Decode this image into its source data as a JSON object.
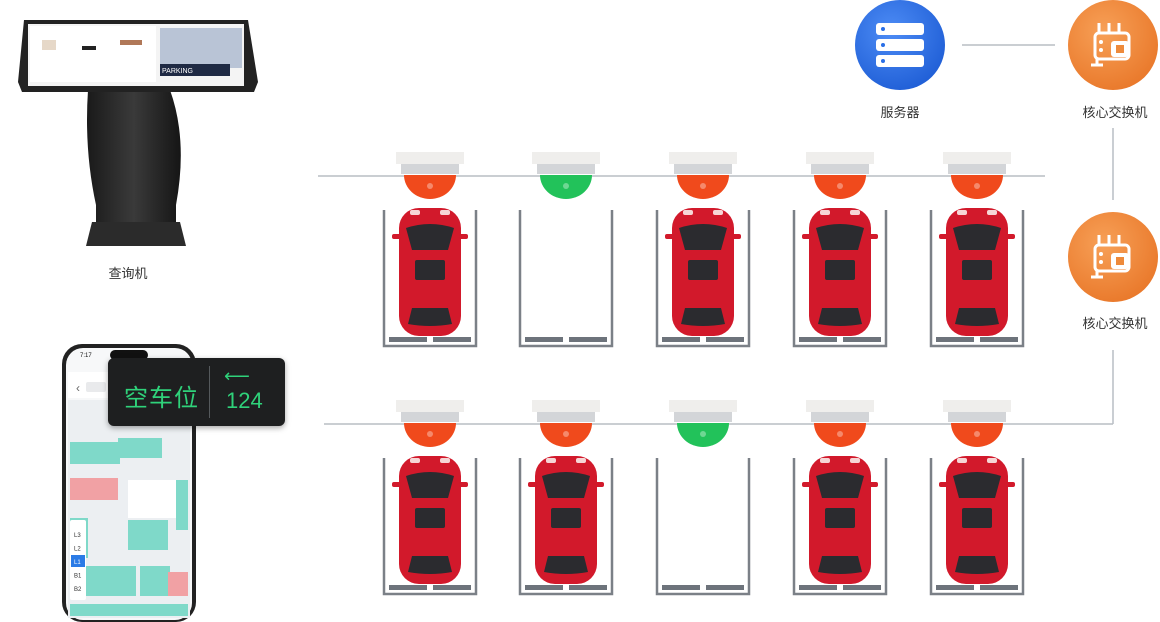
{
  "labels": {
    "server": "服务器",
    "switch_top": "核心交换机",
    "switch_mid": "核心交换机",
    "kiosk": "查询机"
  },
  "sign": {
    "text": "空车位",
    "count": "124",
    "arrow": "⟵"
  },
  "phone": {
    "time": "7:17",
    "floors": [
      "L3",
      "L2",
      "L1",
      "B1",
      "B2"
    ],
    "active_floor": "L1"
  },
  "kiosk_screen": {
    "banner": "PARKING"
  },
  "rows": [
    {
      "spaces": [
        {
          "light": "red",
          "occupied": true
        },
        {
          "light": "green",
          "occupied": false
        },
        {
          "light": "red",
          "occupied": true
        },
        {
          "light": "red",
          "occupied": true
        },
        {
          "light": "red",
          "occupied": true
        }
      ]
    },
    {
      "spaces": [
        {
          "light": "red",
          "occupied": true
        },
        {
          "light": "red",
          "occupied": true
        },
        {
          "light": "green",
          "occupied": false
        },
        {
          "light": "red",
          "occupied": true
        },
        {
          "light": "red",
          "occupied": true
        }
      ]
    }
  ],
  "colors": {
    "red_light": "#f04a1c",
    "green_light": "#22c25a",
    "car": "#d2192b",
    "server": "#2a6fe6",
    "switch": "#ee8a3b"
  },
  "icons": {
    "server": "server-icon",
    "switch": "switch-icon",
    "kiosk": "kiosk-icon",
    "phone": "phone-icon"
  }
}
